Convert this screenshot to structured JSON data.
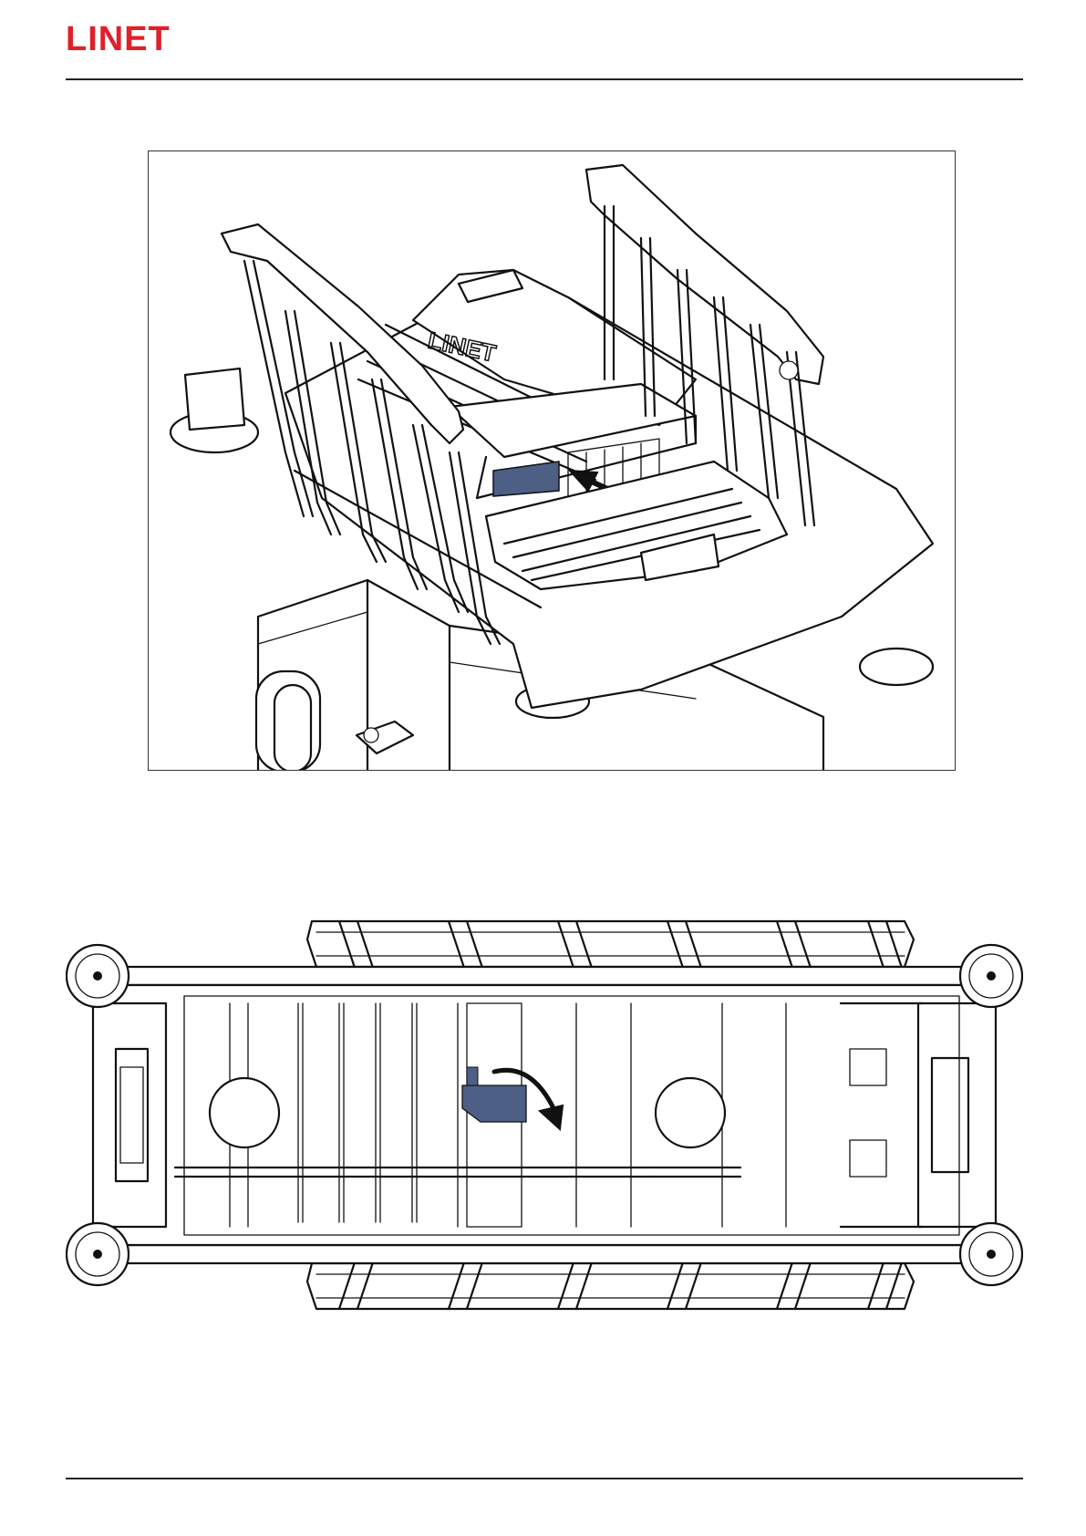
{
  "header": {
    "logo_text": "LINET"
  },
  "colors": {
    "brand": "#e0202a",
    "highlight": "#4e5f86",
    "line": "#111111"
  },
  "figure_1": {
    "icon": "bed-side-view-with-arrow",
    "highlight": "battery-compartment"
  },
  "figure_2": {
    "icon": "bed-top-view-with-curved-arrow",
    "highlight": "battery-compartment"
  }
}
